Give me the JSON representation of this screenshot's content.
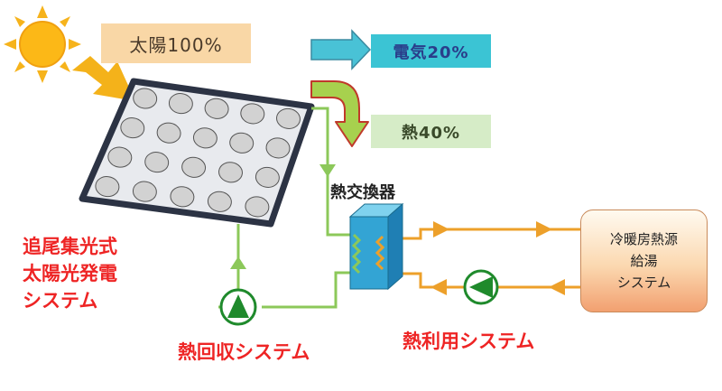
{
  "flows": {
    "sun_input": "太陽100%",
    "electricity_output": "電気20%",
    "heat_output": "熱40%"
  },
  "components": {
    "heat_exchanger": "熱交換器",
    "hvac_system_lines": [
      "冷暖房熱源",
      "給湯",
      "システム"
    ]
  },
  "systems": {
    "tracking_pv_lines": [
      "追尾集光式",
      "太陽光発電",
      "システム"
    ],
    "heat_recovery": "熱回収システム",
    "heat_utilization": "熱利用システム"
  },
  "colors": {
    "sun": "#f6b31c",
    "panel_fill": "#e8eaee",
    "panel_border": "#2c3344",
    "cell": "#d2d2d2",
    "recovery_loop": "#8cc85a",
    "utilization_loop": "#eda02a",
    "pump": "#1f8a2c",
    "exchanger": "#33a4d4",
    "electricity_arrow": "#49c2d6",
    "heat_arrow": "#a7d14e",
    "heat_arrow_edge": "#c0392b",
    "title_red": "#ee2424"
  },
  "icons": {
    "sun": "sun-icon",
    "solar_panel": "solar-panel-icon",
    "pump": "pump-icon",
    "flow_arrow": "arrow-icon"
  }
}
